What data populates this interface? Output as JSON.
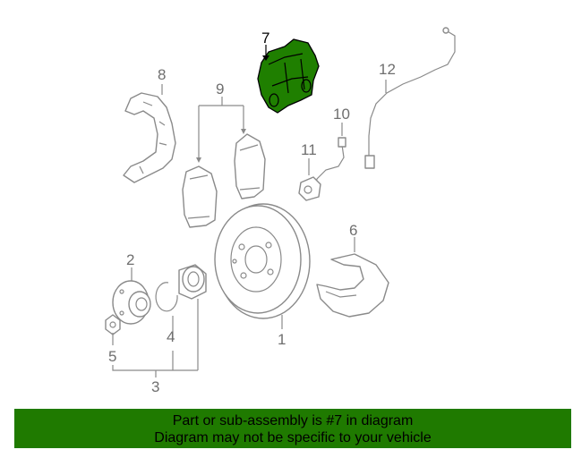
{
  "diagram": {
    "highlight_color": "#1f7f00",
    "callouts": {
      "c1": "1",
      "c2": "2",
      "c3": "3",
      "c4": "4",
      "c5": "5",
      "c6": "6",
      "c7": "7",
      "c8": "8",
      "c9": "9",
      "c10": "10",
      "c11": "11",
      "c12": "12"
    }
  },
  "banner": {
    "line1": "Part or sub-assembly is #7 in diagram",
    "line2": "Diagram may not be specific to your vehicle",
    "background": "#1f7a00"
  }
}
